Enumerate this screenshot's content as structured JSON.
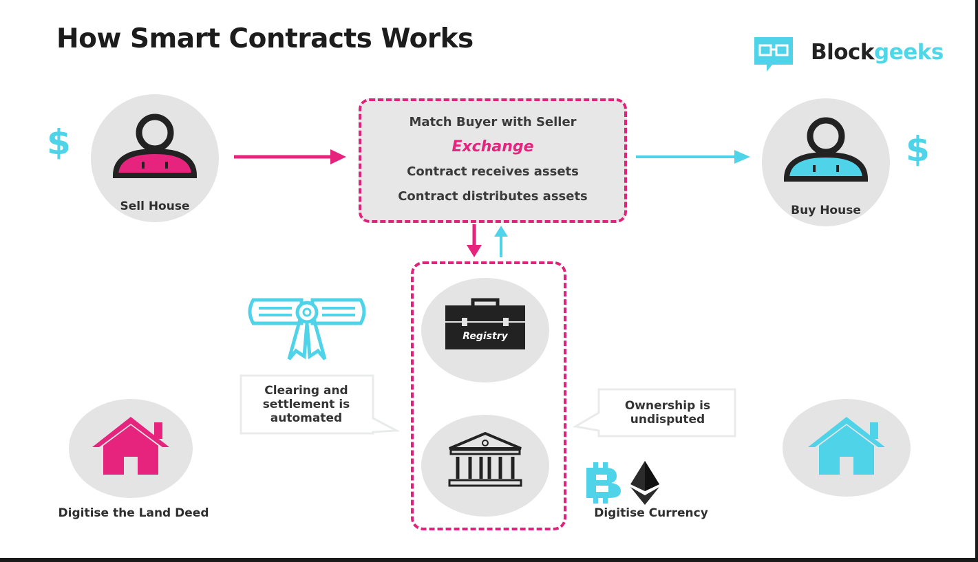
{
  "header": {
    "title": "How Smart Contracts Works",
    "logo_text_a": "Block",
    "logo_text_b": "geeks",
    "logo_icon": "glasses-speech-bubble-icon"
  },
  "seller": {
    "label": "Sell House",
    "currency": "$",
    "icon": "person-icon"
  },
  "buyer": {
    "label": "Buy House",
    "currency": "$",
    "icon": "person-icon"
  },
  "contract": {
    "lines": [
      "Match Buyer with Seller",
      "Exchange",
      "Contract receives assets",
      "Contract distributes assets"
    ]
  },
  "registry": {
    "label": "Registry",
    "icon": "briefcase-icon",
    "bank_icon": "bank-building-icon"
  },
  "callouts": {
    "left": [
      "Clearing and",
      "settlement is",
      "automated"
    ],
    "right": [
      "Ownership is",
      "undisputed"
    ]
  },
  "land_deed": {
    "label": "Digitise the Land Deed",
    "icon": "house-icon"
  },
  "currency": {
    "label": "Digitise Currency",
    "icons": [
      "bitcoin-icon",
      "ethereum-icon"
    ]
  },
  "colors": {
    "pink": "#e6237d",
    "cyan": "#4fd3e8",
    "grey": "#e3e4e3",
    "dark": "#222222"
  }
}
